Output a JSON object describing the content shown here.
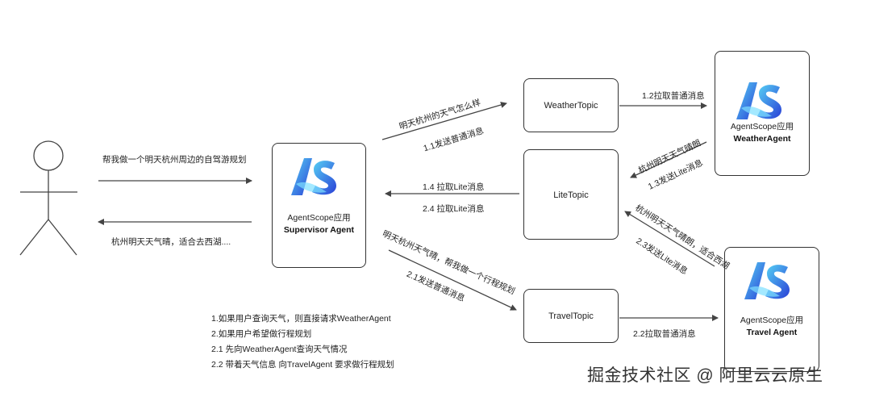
{
  "user_message": "帮我做一个明天杭州周边的自驾游规划",
  "reply_message": "杭州明天天气晴，适合去西湖....",
  "supervisor": {
    "app": "AgentScope应用",
    "name": "Supervisor Agent"
  },
  "weather_agent": {
    "app": "AgentScope应用",
    "name": "WeatherAgent"
  },
  "travel_agent": {
    "app": "AgentScope应用",
    "name": "Travel Agent"
  },
  "topics": {
    "weather": "WeatherTopic",
    "lite": "LiteTopic",
    "travel": "TravelTopic"
  },
  "labels": {
    "q_weather": "明天杭州的天气怎么样",
    "step_1_1": "1.1发送普通消息",
    "step_1_2": "1.2拉取普通消息",
    "weather_reply": "杭州明天天气晴朗",
    "step_1_3": "1.3发送Lite消息",
    "step_1_4": "1.4 拉取Lite消息",
    "step_2_4": "2.4 拉取Lite消息",
    "q_travel": "明天杭州天气晴，帮我做一个行程规划",
    "step_2_1": "2.1发送普通消息",
    "step_2_2": "2.2拉取普通消息",
    "travel_reply": "杭州明天天气晴朗，适合西湖",
    "step_2_3": "2.3发送Lite消息"
  },
  "notes": [
    "1.如果用户查询天气，则直接请求WeatherAgent",
    "2.如果用户希望做行程规划",
    "2.1 先向WeatherAgent查询天气情况",
    "2.2 带着天气信息 向TravelAgent 要求做行程规划"
  ],
  "watermark": "掘金技术社区 @ 阿里云云原生",
  "colors": {
    "line": "#444444",
    "border": "#333333",
    "logo_light": "#4fc3f7",
    "logo_dark": "#2a3fd6"
  },
  "icons": {
    "user": "stick-figure-icon",
    "logo": "agentscope-logo-icon"
  }
}
